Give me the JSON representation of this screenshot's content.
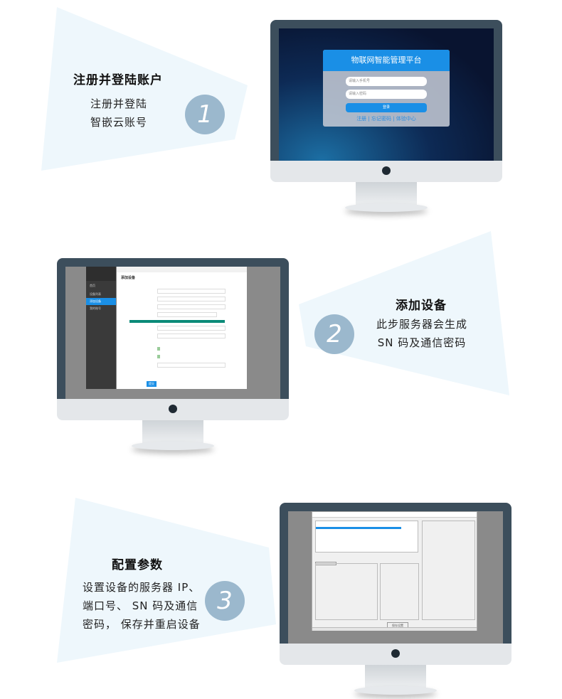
{
  "steps": [
    {
      "number": "1",
      "title": "注册并登陆账户",
      "desc": [
        "注册并登陆",
        "智嵌云账号"
      ]
    },
    {
      "number": "2",
      "title": "添加设备",
      "desc": [
        "此步服务器会生成",
        "SN 码及通信密码"
      ]
    },
    {
      "number": "3",
      "title": "配置参数",
      "desc": [
        "设置设备的服务器 IP、",
        "端口号、 SN 码及通信",
        "密码， 保存并重启设备"
      ]
    }
  ],
  "login_screen": {
    "title": "物联网智能管理平台",
    "phone_placeholder": "请输入手机号",
    "password_placeholder": "请输入密码",
    "login_button": "登录",
    "links": "注册 | 忘记密码 | 体验中心"
  },
  "add_device_screen": {
    "page_title": "添加设备",
    "sidebar": [
      "首页",
      "设备列表",
      "添加设备",
      "我的账号"
    ],
    "submit": "提交"
  },
  "config_screen": {
    "save_button": "保存设置"
  },
  "colors": {
    "accent": "#1a8fe6",
    "number_circle": "#9bb8cd",
    "shape": "#eef7fc",
    "monitor_bezel": "#3c4e5c"
  }
}
